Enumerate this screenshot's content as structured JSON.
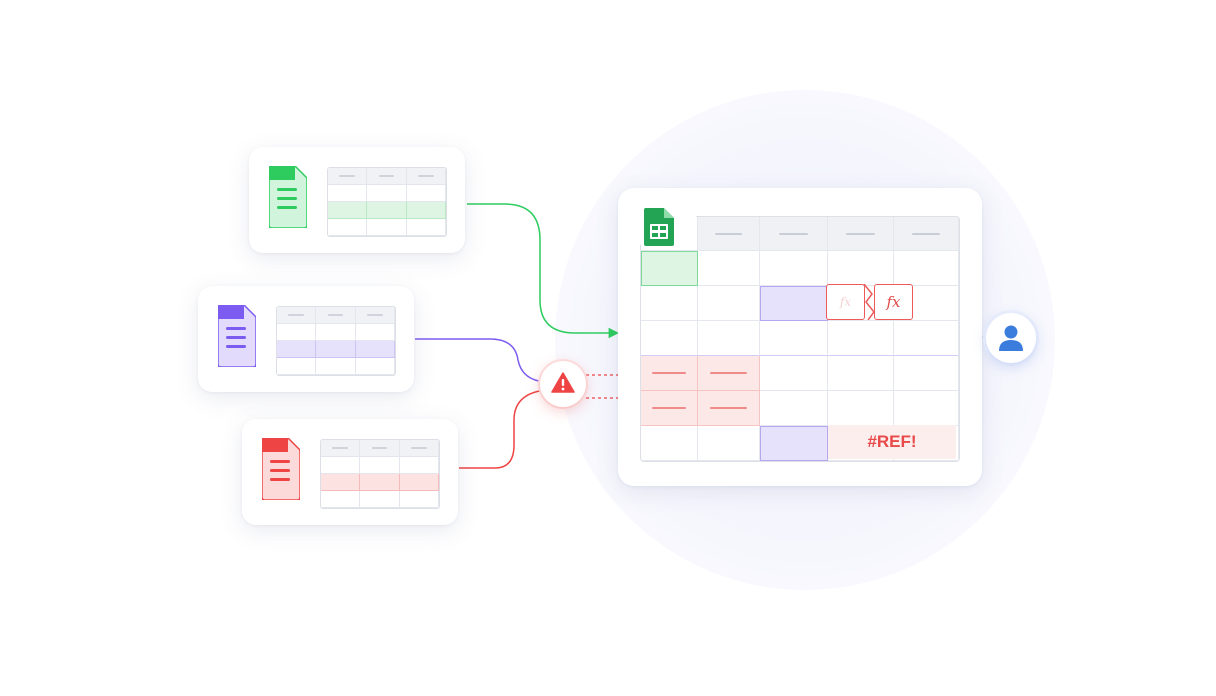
{
  "colors": {
    "green": "#2ecc5f",
    "purple": "#7c5cf0",
    "red": "#ef4444",
    "blue": "#3b7ddd",
    "highlight_green": "#dff5e4",
    "highlight_purple": "#e6e2fb",
    "highlight_red": "#fde2e2"
  },
  "sources": [
    {
      "name": "green-source",
      "icon": "green-document-icon"
    },
    {
      "name": "purple-source",
      "icon": "purple-document-icon"
    },
    {
      "name": "red-source",
      "icon": "red-document-icon"
    }
  ],
  "main_sheet": {
    "icon": "spreadsheet-icon",
    "ref_error": "#REF!",
    "fx_symbol": "fx"
  },
  "warning_icon": "warning-icon",
  "user_icon": "user-icon"
}
